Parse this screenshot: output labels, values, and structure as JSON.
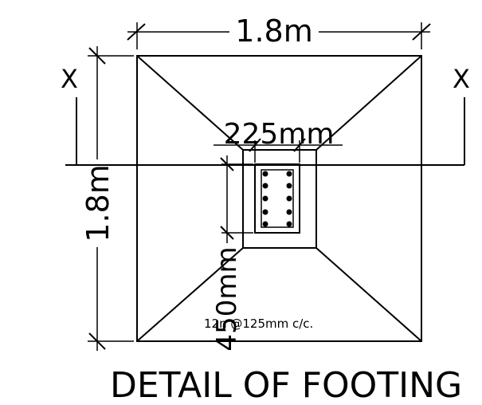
{
  "drawing": {
    "title": "DETAIL OF FOOTING",
    "dim_width": "1.8m",
    "dim_height": "1.8m",
    "dim_column_width": "225mm",
    "dim_column_depth": "450mm",
    "section_marker_left": "X",
    "section_marker_right": "X",
    "rebar_note": "12n @125mm c/c."
  }
}
